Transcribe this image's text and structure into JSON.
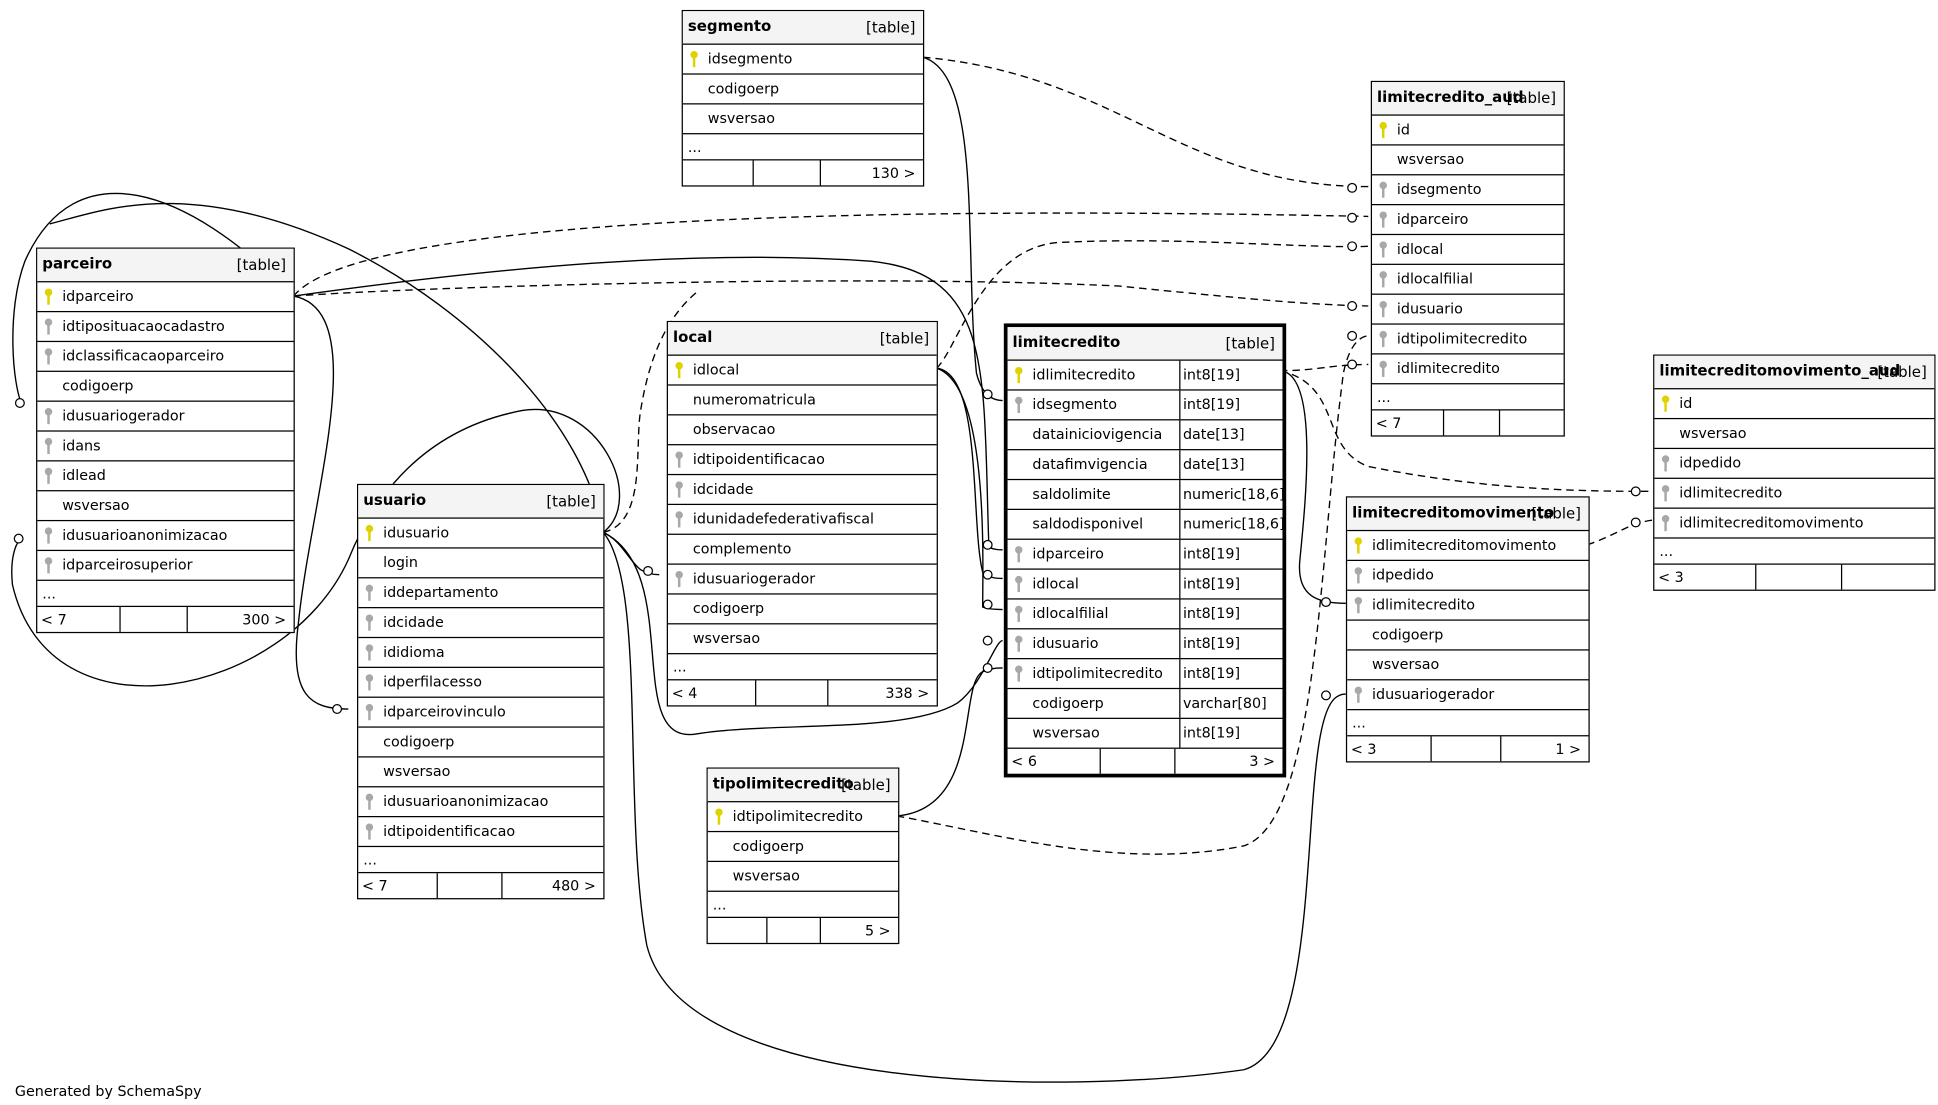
{
  "credit": "Generated by SchemaSpy",
  "tables": [
    {
      "id": "segmento",
      "name": "segmento",
      "tag": "[table]",
      "columns": [
        {
          "name": "idsegmento",
          "key": "pk"
        },
        {
          "name": "codigoerp",
          "key": ""
        },
        {
          "name": "wsversao",
          "key": ""
        }
      ],
      "more": "...",
      "footer": [
        "",
        "",
        "130 >"
      ]
    },
    {
      "id": "parceiro",
      "name": "parceiro",
      "tag": "[table]",
      "columns": [
        {
          "name": "idparceiro",
          "key": "pk"
        },
        {
          "name": "idtiposituacaocadastro",
          "key": "fk"
        },
        {
          "name": "idclassificacaoparceiro",
          "key": "fk"
        },
        {
          "name": "codigoerp",
          "key": ""
        },
        {
          "name": "idusuariogerador",
          "key": "fk"
        },
        {
          "name": "idans",
          "key": "fk"
        },
        {
          "name": "idlead",
          "key": "fk"
        },
        {
          "name": "wsversao",
          "key": ""
        },
        {
          "name": "idusuarioanonimizacao",
          "key": "fk"
        },
        {
          "name": "idparceirosuperior",
          "key": "fk"
        }
      ],
      "more": "...",
      "footer": [
        "< 7",
        "",
        "300 >"
      ]
    },
    {
      "id": "local",
      "name": "local",
      "tag": "[table]",
      "columns": [
        {
          "name": "idlocal",
          "key": "pk"
        },
        {
          "name": "numeromatricula",
          "key": ""
        },
        {
          "name": "observacao",
          "key": ""
        },
        {
          "name": "idtipoidentificacao",
          "key": "fk"
        },
        {
          "name": "idcidade",
          "key": "fk"
        },
        {
          "name": "idunidadefederativafiscal",
          "key": "fk"
        },
        {
          "name": "complemento",
          "key": ""
        },
        {
          "name": "idusuariogerador",
          "key": "fk"
        },
        {
          "name": "codigoerp",
          "key": ""
        },
        {
          "name": "wsversao",
          "key": ""
        }
      ],
      "more": "...",
      "footer": [
        "< 4",
        "",
        "338 >"
      ]
    },
    {
      "id": "usuario",
      "name": "usuario",
      "tag": "[table]",
      "columns": [
        {
          "name": "idusuario",
          "key": "pk"
        },
        {
          "name": "login",
          "key": ""
        },
        {
          "name": "iddepartamento",
          "key": "fk"
        },
        {
          "name": "idcidade",
          "key": "fk"
        },
        {
          "name": "ididioma",
          "key": "fk"
        },
        {
          "name": "idperfilacesso",
          "key": "fk"
        },
        {
          "name": "idparceirovinculo",
          "key": "fk"
        },
        {
          "name": "codigoerp",
          "key": ""
        },
        {
          "name": "wsversao",
          "key": ""
        },
        {
          "name": "idusuarioanonimizacao",
          "key": "fk"
        },
        {
          "name": "idtipoidentificacao",
          "key": "fk"
        }
      ],
      "more": "...",
      "footer": [
        "< 7",
        "",
        "480 >"
      ]
    },
    {
      "id": "limitecredito",
      "name": "limitecredito",
      "tag": "[table]",
      "columns": [
        {
          "name": "idlimitecredito",
          "key": "pk",
          "type": "int8[19]"
        },
        {
          "name": "idsegmento",
          "key": "fk",
          "type": "int8[19]"
        },
        {
          "name": "datainiciovigencia",
          "key": "",
          "type": "date[13]"
        },
        {
          "name": "datafimvigencia",
          "key": "",
          "type": "date[13]"
        },
        {
          "name": "saldolimite",
          "key": "",
          "type": "numeric[18,6]"
        },
        {
          "name": "saldodisponivel",
          "key": "",
          "type": "numeric[18,6]"
        },
        {
          "name": "idparceiro",
          "key": "fk",
          "type": "int8[19]"
        },
        {
          "name": "idlocal",
          "key": "fk",
          "type": "int8[19]"
        },
        {
          "name": "idlocalfilial",
          "key": "fk",
          "type": "int8[19]"
        },
        {
          "name": "idusuario",
          "key": "fk",
          "type": "int8[19]"
        },
        {
          "name": "idtipolimitecredito",
          "key": "fk",
          "type": "int8[19]"
        },
        {
          "name": "codigoerp",
          "key": "",
          "type": "varchar[80]"
        },
        {
          "name": "wsversao",
          "key": "",
          "type": "int8[19]"
        }
      ],
      "more": "",
      "footer": [
        "< 6",
        "",
        "3 >"
      ]
    },
    {
      "id": "tipolimitecredito",
      "name": "tipolimitecredito",
      "tag": "[table]",
      "columns": [
        {
          "name": "idtipolimitecredito",
          "key": "pk"
        },
        {
          "name": "codigoerp",
          "key": ""
        },
        {
          "name": "wsversao",
          "key": ""
        }
      ],
      "more": "...",
      "footer": [
        "",
        "",
        "5 >"
      ]
    },
    {
      "id": "limitecredito_aud",
      "name": "limitecredito_aud",
      "tag": "[table]",
      "columns": [
        {
          "name": "id",
          "key": "pk"
        },
        {
          "name": "wsversao",
          "key": ""
        },
        {
          "name": "idsegmento",
          "key": "fk"
        },
        {
          "name": "idparceiro",
          "key": "fk"
        },
        {
          "name": "idlocal",
          "key": "fk"
        },
        {
          "name": "idlocalfilial",
          "key": "fk"
        },
        {
          "name": "idusuario",
          "key": "fk"
        },
        {
          "name": "idtipolimitecredito",
          "key": "fk"
        },
        {
          "name": "idlimitecredito",
          "key": "fk"
        }
      ],
      "more": "...",
      "footer": [
        "< 7",
        "",
        ""
      ]
    },
    {
      "id": "limitecreditomovimento",
      "name": "limitecreditomovimento",
      "tag": "[table]",
      "columns": [
        {
          "name": "idlimitecreditomovimento",
          "key": "pk"
        },
        {
          "name": "idpedido",
          "key": "fk"
        },
        {
          "name": "idlimitecredito",
          "key": "fk"
        },
        {
          "name": "codigoerp",
          "key": ""
        },
        {
          "name": "wsversao",
          "key": ""
        },
        {
          "name": "idusuariogerador",
          "key": "fk"
        }
      ],
      "more": "...",
      "footer": [
        "< 3",
        "",
        "1 >"
      ]
    },
    {
      "id": "limitecreditomovimento_aud",
      "name": "limitecreditomovimento_aud",
      "tag": "[table]",
      "columns": [
        {
          "name": "id",
          "key": "pk"
        },
        {
          "name": "wsversao",
          "key": ""
        },
        {
          "name": "idpedido",
          "key": "fk"
        },
        {
          "name": "idlimitecredito",
          "key": "fk"
        },
        {
          "name": "idlimitecreditomovimento",
          "key": "fk"
        }
      ],
      "more": "...",
      "footer": [
        "< 3",
        "",
        ""
      ]
    }
  ]
}
